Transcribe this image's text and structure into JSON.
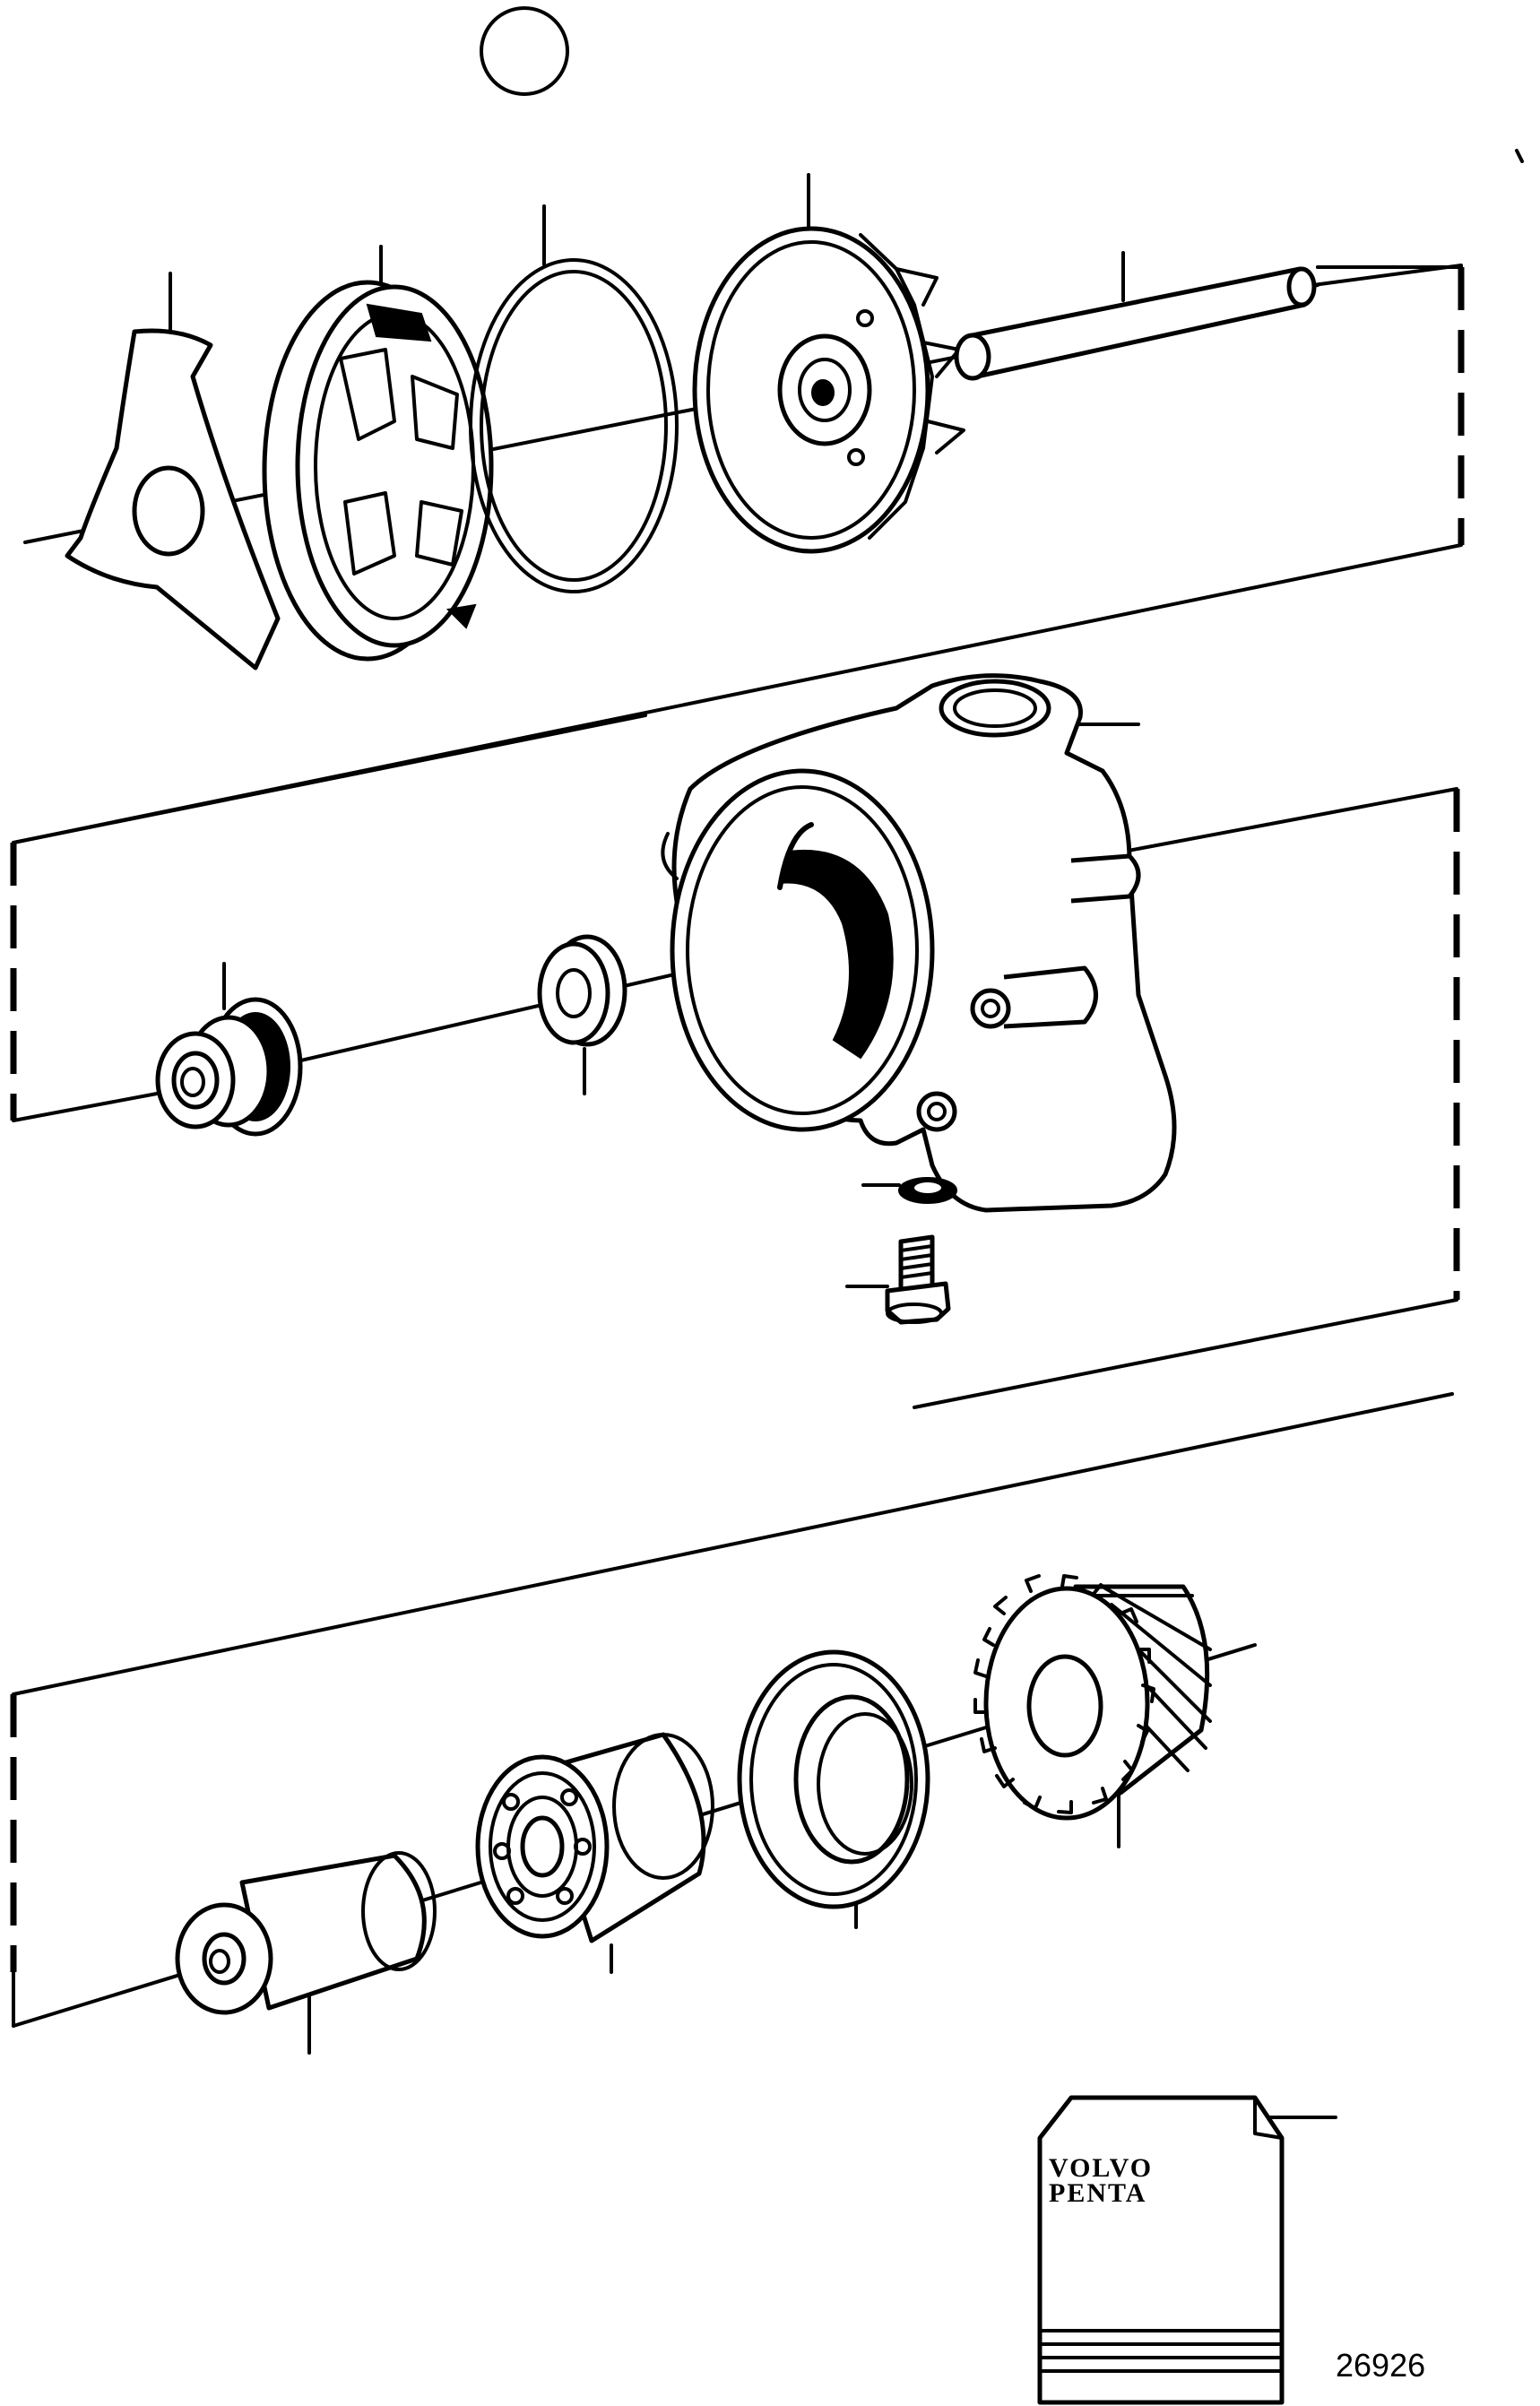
{
  "figure_number": "26926",
  "manual_brand": "VOLVO",
  "manual_subbrand": "PENTA",
  "parts": [
    {
      "id": "wear-plate"
    },
    {
      "id": "impeller-cover"
    },
    {
      "id": "o-ring"
    },
    {
      "id": "impeller"
    },
    {
      "id": "shaft-front"
    },
    {
      "id": "pump-housing"
    },
    {
      "id": "shaft-seal"
    },
    {
      "id": "seal-ring"
    },
    {
      "id": "washer"
    },
    {
      "id": "drain-plug"
    },
    {
      "id": "bushing"
    },
    {
      "id": "ball-bearing"
    },
    {
      "id": "bearing-housing-cup"
    },
    {
      "id": "drive-gear"
    },
    {
      "id": "service-manual"
    }
  ]
}
